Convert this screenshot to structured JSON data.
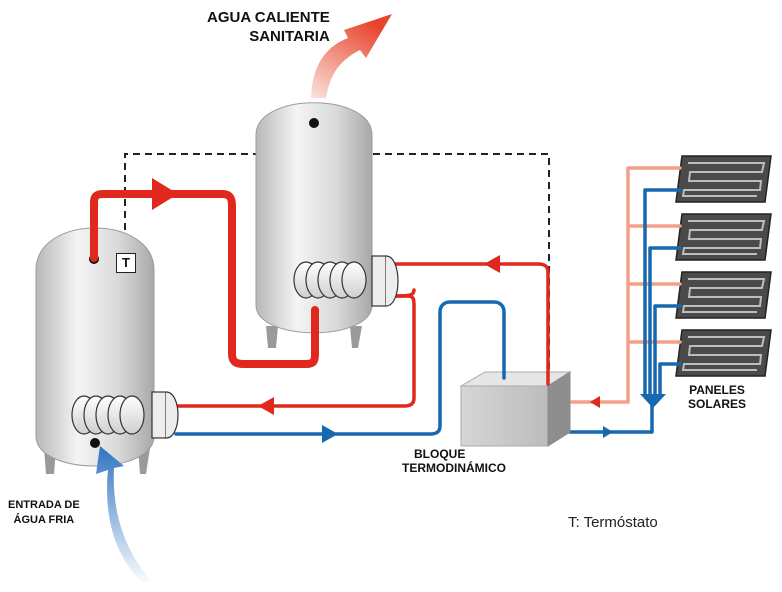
{
  "labels": {
    "hot_water_line1": "AGUA CALIENTE",
    "hot_water_line2": "SANITARIA",
    "cold_water_line1": "ENTRADA DE",
    "cold_water_line2": "ÁGUA FRIA",
    "block_line1": "BLOQUE",
    "block_line2": "TERMODINÁMICO",
    "panels_line1": "PANELES",
    "panels_line2": "SOLARES",
    "thermostat_symbol": "T",
    "legend": "T: Termóstato"
  },
  "colors": {
    "hot": "#e0281c",
    "cold": "#1668b0",
    "hot_light": "#f2a08a",
    "tank": "#dcdcdc",
    "panel": "#555555"
  }
}
